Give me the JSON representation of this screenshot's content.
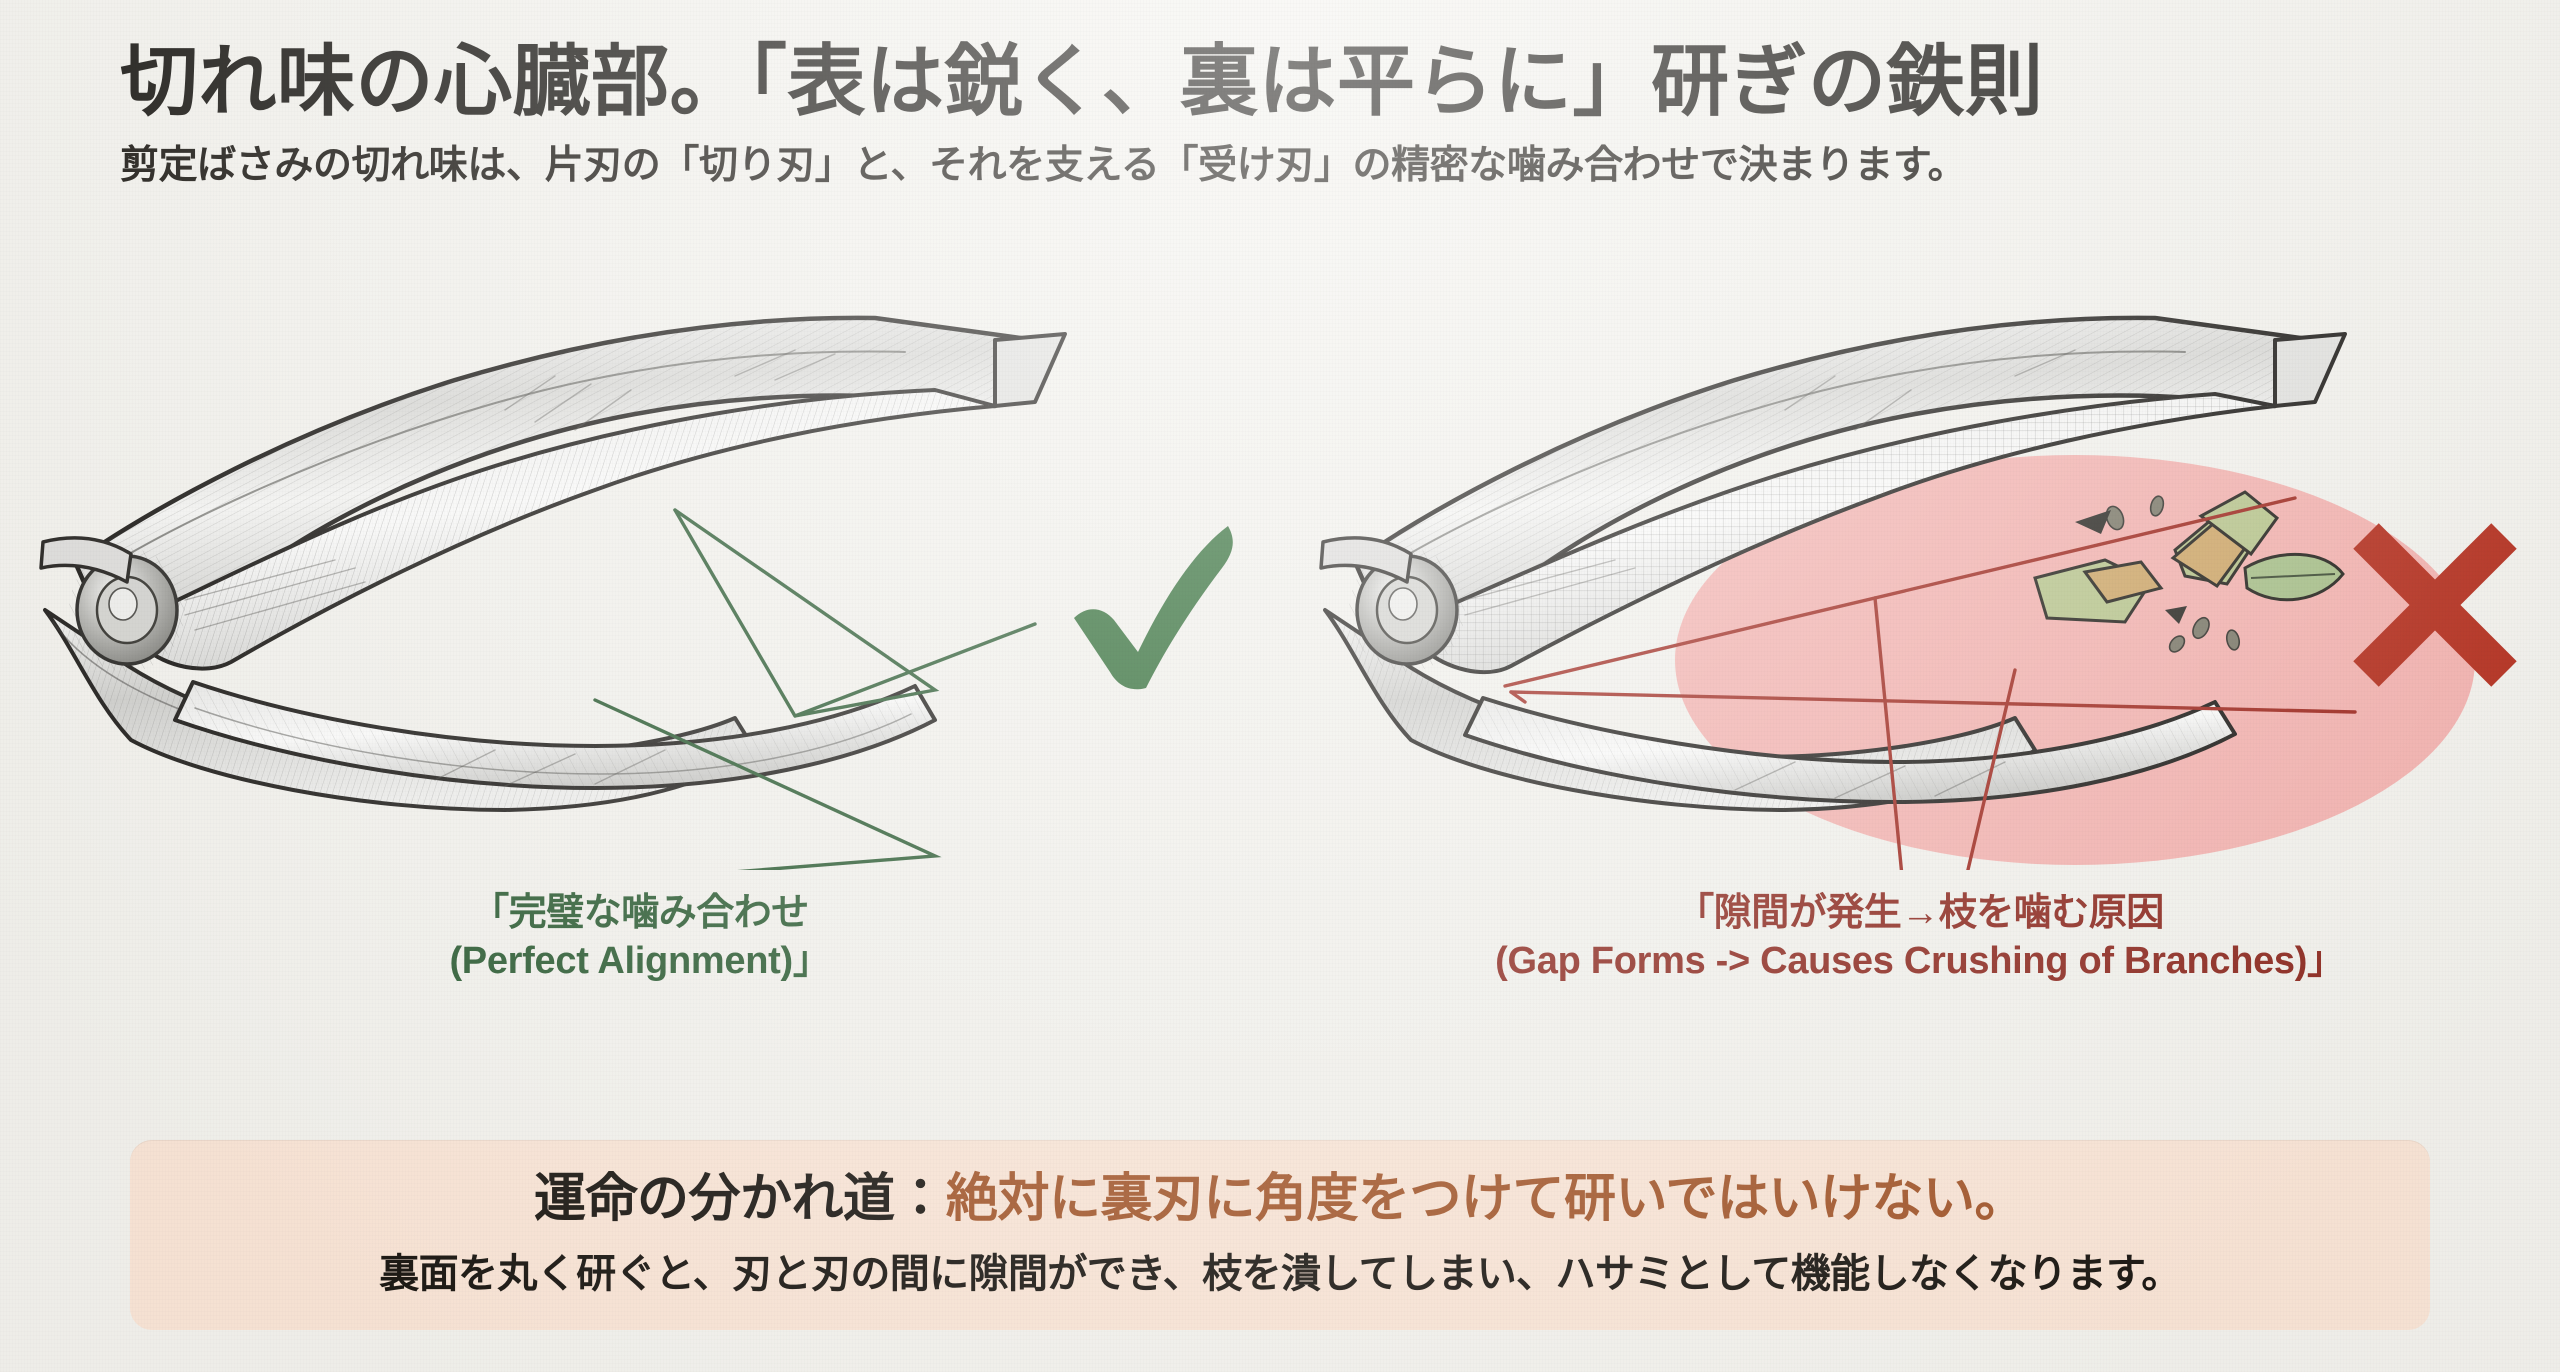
{
  "page": {
    "title": "切れ味の心臓部。「表は鋭く、裏は平らに」研ぎの鉄則",
    "subtitle": "剪定ばさみの切れ味は、片刃の「切り刃」と、それを支える「受け刃」の精密な噛み合わせで決まります。"
  },
  "panels": [
    {
      "id": "good",
      "verdict_icon": "check-mark-icon",
      "verdict_color": "#2d6b33",
      "caption_jp": "「完璧な噛み合わせ",
      "caption_en": "(Perfect Alignment)」",
      "caption_color": "#2c5c33",
      "annotation_color": "#2c5c33"
    },
    {
      "id": "bad",
      "verdict_icon": "cross-mark-icon",
      "verdict_color": "#b5301f",
      "caption_jp": "「隙間が発生→枝を噛む原因",
      "caption_en": "(Gap Forms -> Causes Crushing of Branches)」",
      "caption_color": "#8e2a20",
      "annotation_color": "#a02a20",
      "highlight_color": "#f4aeaa"
    }
  ],
  "warning": {
    "label": "運命の分かれ道：",
    "emphasis": "絶対に裏刃に角度をつけて研いではいけない。",
    "detail": "裏面を丸く研ぐと、刃と刃の間に隙間ができ、枝を潰してしまい、ハサミとして機能しなくなります。",
    "background_color": "#fae5d6",
    "emphasis_color": "#a3562a"
  },
  "colors": {
    "page_background": "#f3f2ed",
    "text_primary": "#15130f",
    "green_accent": "#2c5c33",
    "red_accent": "#b5301f"
  }
}
